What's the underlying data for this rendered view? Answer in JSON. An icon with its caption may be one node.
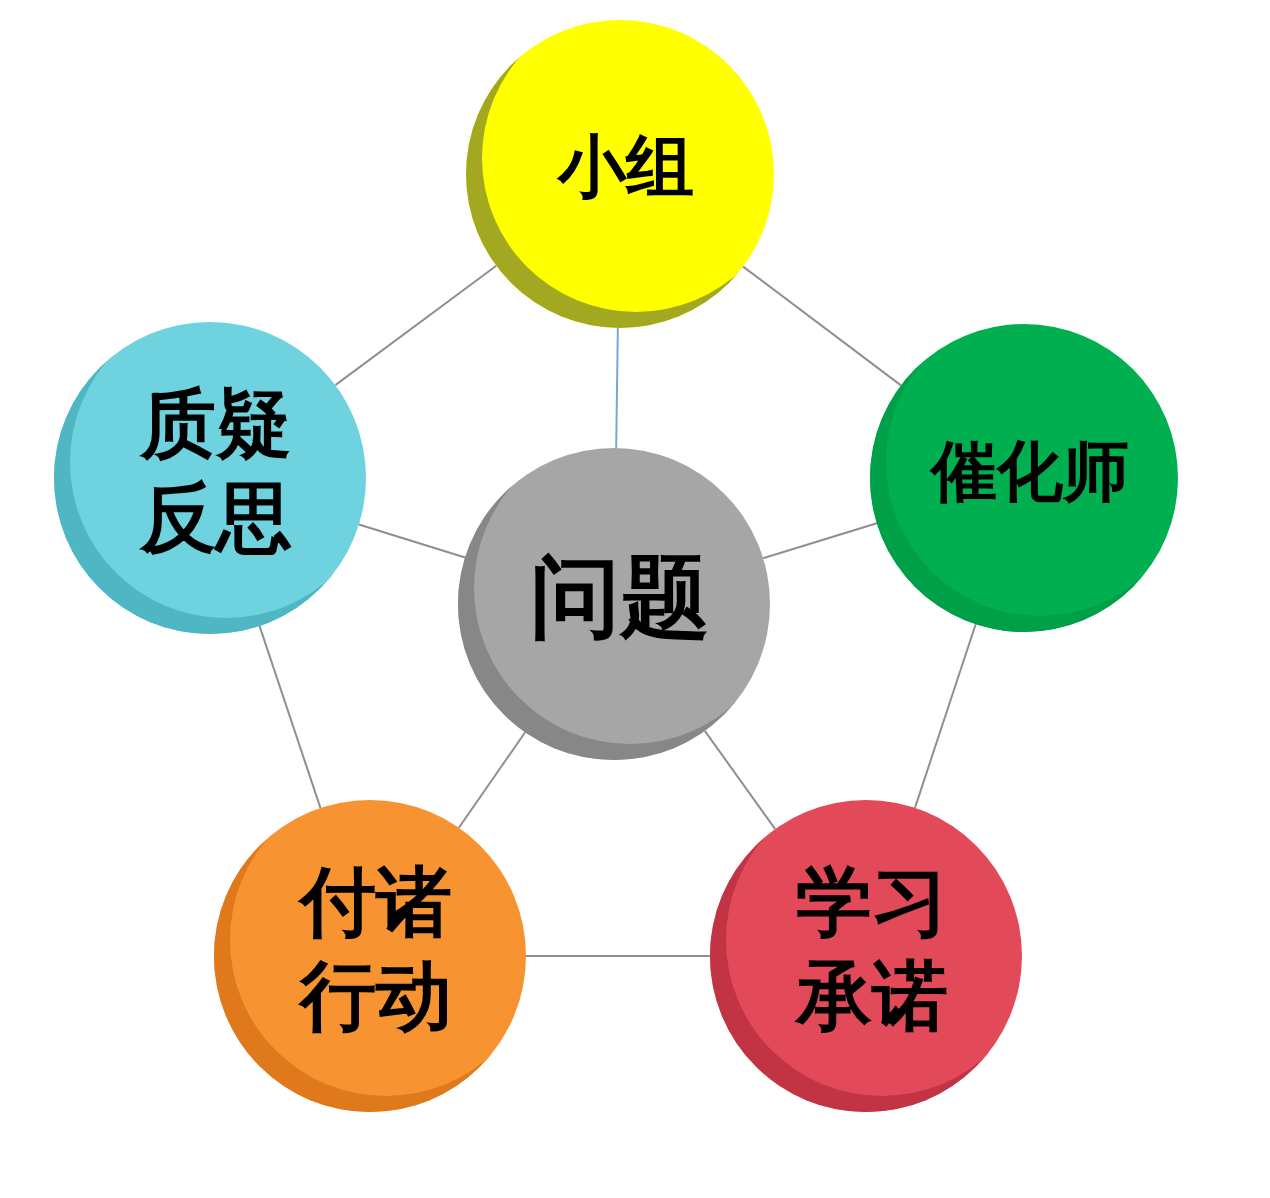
{
  "diagram": {
    "nodes": [
      {
        "text": [
          "小组"
        ]
      },
      {
        "text": [
          "质疑反思"
        ]
      },
      {
        "text": [
          "问题"
        ]
      },
      {
        "text": [
          "催化师"
        ]
      },
      {
        "text": [
          "付诸行动"
        ]
      },
      {
        "text": [
          "学习承诺"
        ]
      }
    ],
    "edges": [
      {
        "from": 2,
        "to": 0,
        "arrow": "none",
        "color": "#7aa6d6"
      },
      {
        "from": 2,
        "to": 3,
        "arrow": "none"
      },
      {
        "from": 2,
        "to": 5,
        "arrow": "none"
      },
      {
        "from": 2,
        "to": 4,
        "arrow": "none"
      },
      {
        "from": 2,
        "to": 1,
        "arrow": "none"
      },
      {
        "from": 0,
        "to": 3,
        "arrow": "none"
      },
      {
        "from": 3,
        "to": 5,
        "arrow": "none"
      },
      {
        "from": 5,
        "to": 4,
        "arrow": "none"
      },
      {
        "from": 4,
        "to": 1,
        "arrow": "none"
      },
      {
        "from": 1,
        "to": 0,
        "arrow": "none"
      }
    ]
  }
}
